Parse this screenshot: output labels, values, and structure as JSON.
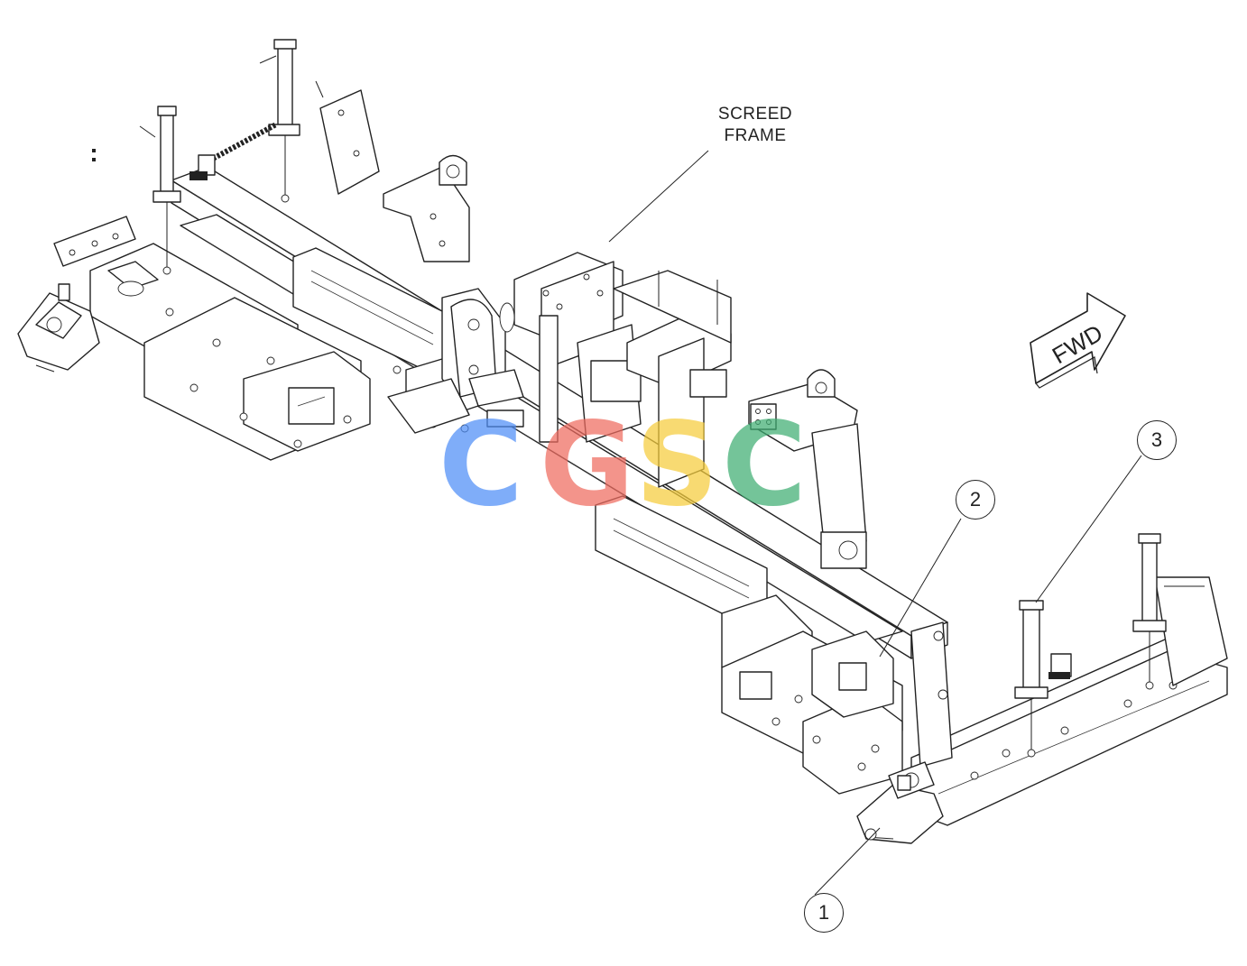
{
  "diagram": {
    "label_screed_frame": "SCREED\nFRAME",
    "fwd_arrow_text": "FWD",
    "callouts": [
      "1",
      "2",
      "3"
    ]
  },
  "watermark": {
    "letters": [
      "C",
      "G",
      "S",
      "C"
    ],
    "colors": [
      "#4f8ef7",
      "#ef6b5f",
      "#f6cd3c",
      "#3fae73"
    ]
  },
  "colors": {
    "line": "#222222",
    "background": "#ffffff"
  }
}
